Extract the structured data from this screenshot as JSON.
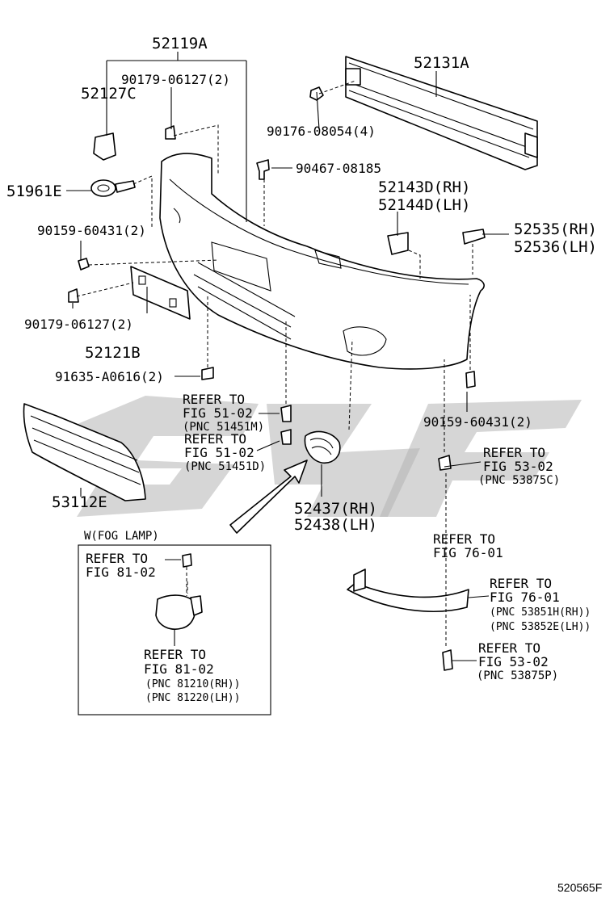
{
  "callouts": {
    "p52119A": "52119A",
    "p52131A": "52131A",
    "p90179_top": "90179-06127(2)",
    "p52127C": "52127C",
    "p90176": "90176-08054(4)",
    "p90467": "90467-08185",
    "p51961E": "51961E",
    "p52143D": "52143D(RH)",
    "p52144D": "52144D(LH)",
    "p52535": "52535(RH)",
    "p52536": "52536(LH)",
    "p90159_left": "90159-60431(2)",
    "p90179_bottom": "90179-06127(2)",
    "p52121B": "52121B",
    "p91635": "91635-A0616(2)",
    "p90159_right": "90159-60431(2)",
    "p53112E": "53112E",
    "p52437": "52437(RH)",
    "p52438": "52438(LH)"
  },
  "refers": {
    "r1": {
      "l1": "REFER TO",
      "l2": "FIG 51-02",
      "l3": "(PNC 51451M)"
    },
    "r2": {
      "l1": "REFER TO",
      "l2": "FIG 51-02",
      "l3": "(PNC 51451D)"
    },
    "r3": {
      "l1": "REFER TO",
      "l2": "FIG 53-02",
      "l3": "(PNC 53875C)"
    },
    "r4": {
      "l1": "REFER TO",
      "l2": "FIG 76-01"
    },
    "r5": {
      "l1": "REFER TO",
      "l2": "FIG 76-01",
      "l3": "(PNC 53851H(RH))",
      "l4": "(PNC 53852E(LH))"
    },
    "r6": {
      "l1": "REFER TO",
      "l2": "FIG 53-02",
      "l3": "(PNC 53875P)"
    }
  },
  "fog_box": {
    "title": "W(FOG LAMP)",
    "ref_a": {
      "l1": "REFER TO",
      "l2": "FIG 81-02"
    },
    "ref_b": {
      "l1": "REFER TO",
      "l2": "FIG 81-02",
      "l3": "(PNC 81210(RH))",
      "l4": "(PNC 81220(LH))"
    }
  },
  "figure_id": "520565F",
  "colors": {
    "ink": "#000000",
    "watermark": "#b4b4b4",
    "paper": "#ffffff"
  }
}
